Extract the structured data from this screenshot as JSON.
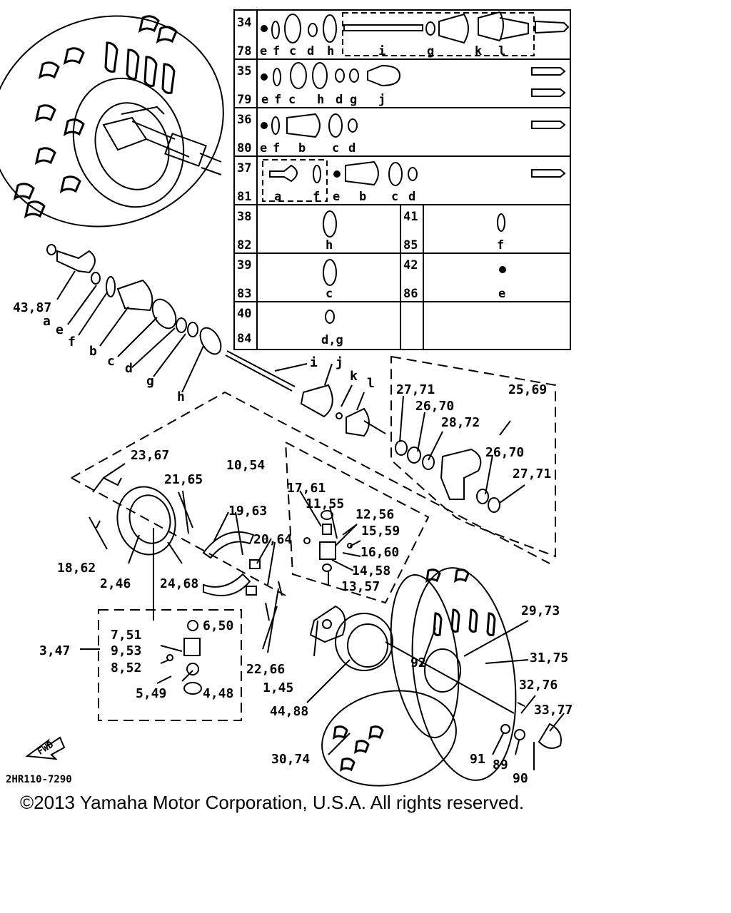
{
  "table": {
    "rows": [
      {
        "top": "34",
        "bottom": "78",
        "letters": [
          "e",
          "f",
          "c",
          "d",
          "h",
          "i",
          "g",
          "k",
          "l"
        ]
      },
      {
        "top": "35",
        "bottom": "79",
        "letters": [
          "e",
          "f",
          "c",
          "h",
          "d",
          "g",
          "j"
        ]
      },
      {
        "top": "36",
        "bottom": "80",
        "letters": [
          "e",
          "f",
          "b",
          "c",
          "d"
        ]
      },
      {
        "top": "37",
        "bottom": "81",
        "letters": [
          "a",
          "f",
          "e",
          "b",
          "c",
          "d"
        ]
      },
      {
        "top": "38",
        "bottom": "82",
        "letters": [
          "h"
        ],
        "right_top": "41",
        "right_bottom": "85",
        "right_letters": [
          "f"
        ]
      },
      {
        "top": "39",
        "bottom": "83",
        "letters": [
          "c"
        ],
        "right_top": "42",
        "right_bottom": "86",
        "right_letters": [
          "e"
        ]
      },
      {
        "top": "40",
        "bottom": "84",
        "letters": [
          "d,g"
        ]
      }
    ]
  },
  "callouts": {
    "c43": "43,87",
    "ca": "a",
    "ce": "e",
    "cf": "f",
    "cb": "b",
    "cc": "c",
    "cd": "d",
    "cg": "g",
    "ch": "h",
    "ci": "i",
    "cj": "j",
    "ck": "k",
    "cl": "l",
    "c25": "25,69",
    "c27a": "27,71",
    "c26a": "26,70",
    "c28": "28,72",
    "c26b": "26,70",
    "c27b": "27,71",
    "c23": "23,67",
    "c21": "21,65",
    "c10": "10,54",
    "c17": "17,61",
    "c11": "11,55",
    "c12": "12,56",
    "c19": "19,63",
    "c15": "15,59",
    "c20": "20,64",
    "c16": "16,60",
    "c14": "14,58",
    "c13": "13,57",
    "c18": "18,62",
    "c2": "2,46",
    "c24": "24,68",
    "c6": "6,50",
    "c7": "7,51",
    "c9": "9,53",
    "c8": "8,52",
    "c3": "3,47",
    "c5": "5,49",
    "c4": "4,48",
    "c22": "22,66",
    "c1": "1,45",
    "c44": "44,88",
    "c92": "92",
    "c29": "29,73",
    "c31": "31,75",
    "c32": "32,76",
    "c33": "33,77",
    "c30": "30,74",
    "c91": "91",
    "c89": "89",
    "c90": "90",
    "fwd": "FWD",
    "code": "2HR110-7290"
  },
  "copyright": "©2013 Yamaha Motor Corporation, U.S.A. All rights reserved."
}
